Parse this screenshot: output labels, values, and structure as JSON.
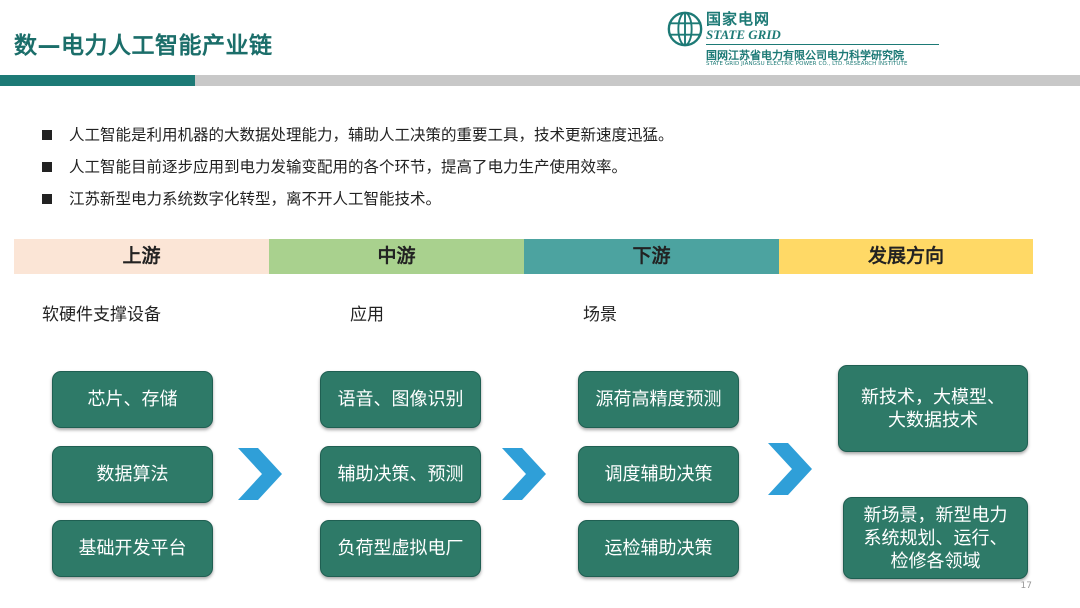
{
  "title": "数—电力人工智能产业链",
  "logo": {
    "cn": "国家电网",
    "en": "STATE GRID",
    "org": "国网江苏省电力有限公司电力科学研究院",
    "org_en": "STATE GRID JIANGSU ELECTRIC POWER CO., LTD. RESEARCH INSTITUTE"
  },
  "bullets": [
    "人工智能是利用机器的大数据处理能力，辅助人工决策的重要工具，技术更新速度迅猛。",
    "人工智能目前逐步应用到电力发输变配用的各个环节，提高了电力生产使用效率。",
    "江苏新型电力系统数字化转型，离不开人工智能技术。"
  ],
  "headers": [
    {
      "label": "上游",
      "color": "#fbe5d6"
    },
    {
      "label": "中游",
      "color": "#a9d18e"
    },
    {
      "label": "下游",
      "color": "#4ca3a0"
    },
    {
      "label": "发展方向",
      "color": "#ffd966"
    }
  ],
  "subheadings": [
    "软硬件支撑设备",
    "应用",
    "场景"
  ],
  "upstream": [
    "芯片、存储",
    "数据算法",
    "基础开发平台"
  ],
  "midstream": [
    "语音、图像识别",
    "辅助决策、预测",
    "负荷型虚拟电厂"
  ],
  "downstream": [
    "源荷高精度预测",
    "调度辅助决策",
    "运检辅助决策"
  ],
  "direction": [
    "新技术，大模型、大数据技术",
    "新场景，新型电力系统规划、运行、检修各领域"
  ],
  "arrow_color": "#2f9fd8",
  "box_color": "#2e7a68",
  "page_number": "17"
}
